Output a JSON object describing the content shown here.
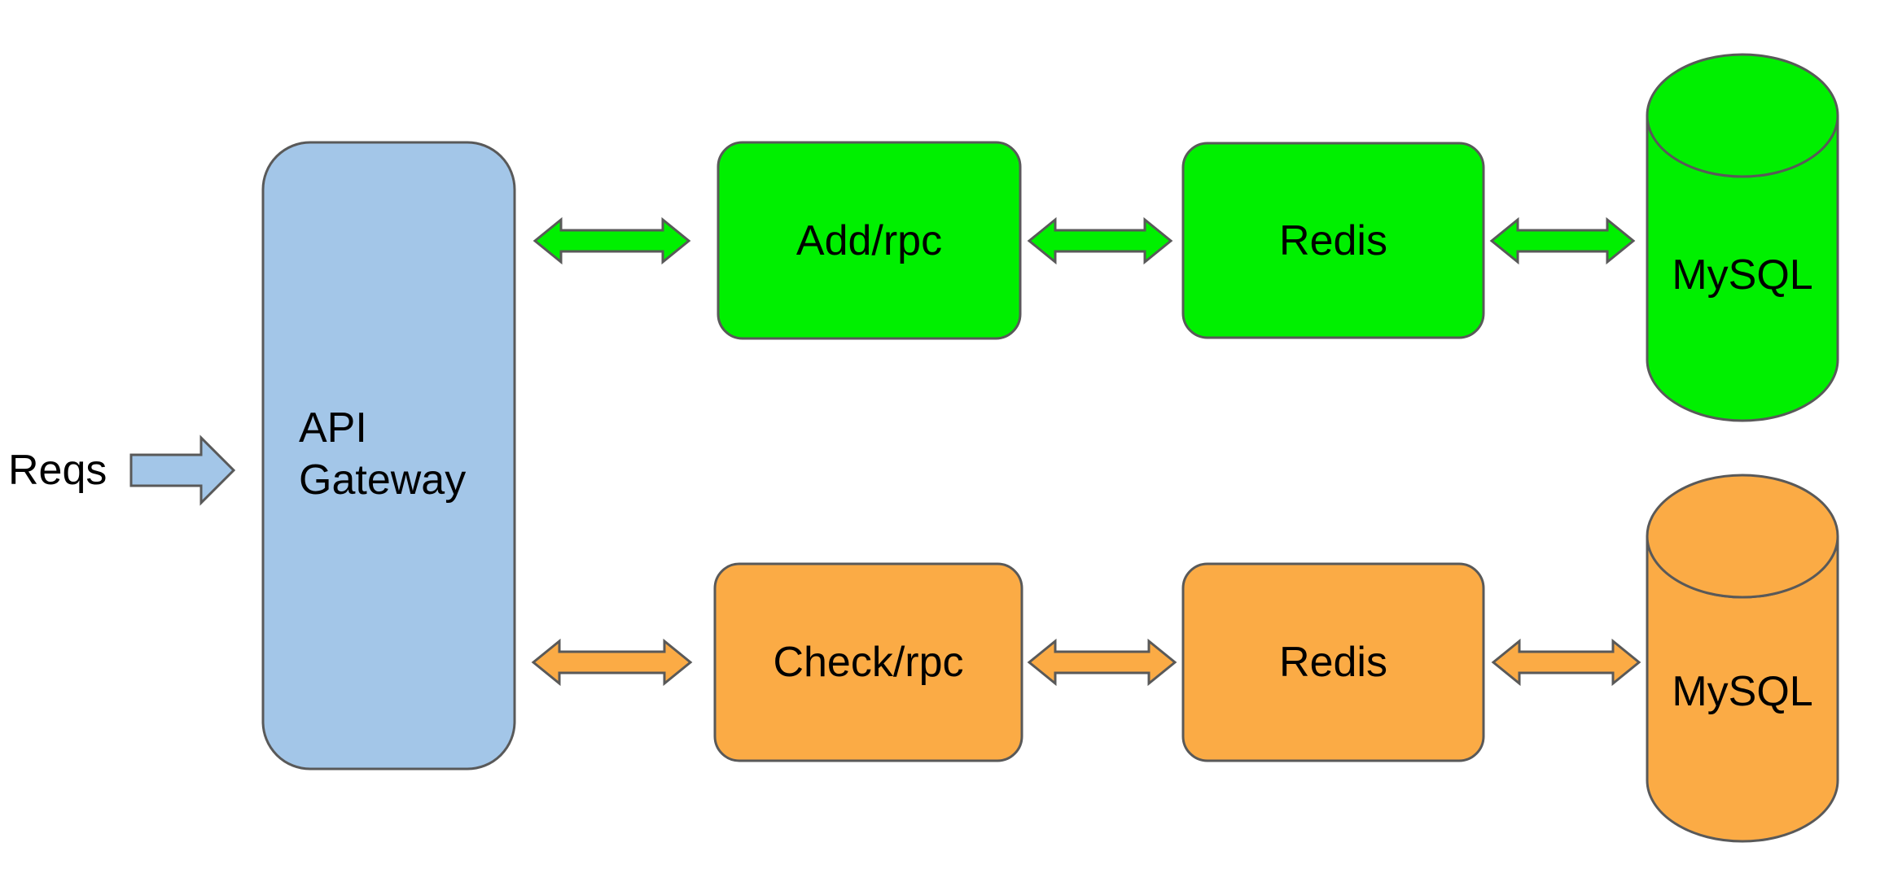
{
  "labels": {
    "reqs": "Reqs",
    "api_gateway": "API Gateway"
  },
  "top_flow": {
    "service": "Add/rpc",
    "cache": "Redis",
    "database": "MySQL"
  },
  "bottom_flow": {
    "service": "Check/rpc",
    "cache": "Redis",
    "database": "MySQL"
  },
  "colors": {
    "request_blue": "#A3C6E8",
    "top_flow_green": "#00F000",
    "bottom_flow_orange": "#FBAB45",
    "shape_outline_gray": "#595959",
    "text_black": "#000000",
    "background_white": "#FFFFFF"
  }
}
